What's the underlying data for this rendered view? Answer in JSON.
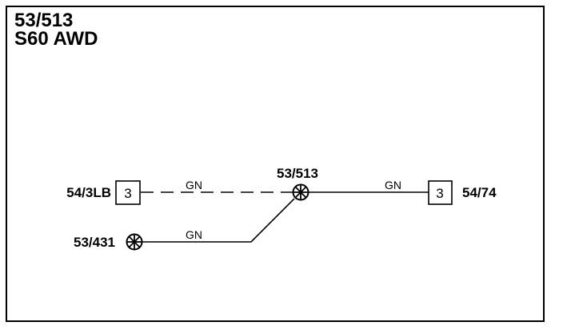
{
  "title": {
    "line1": "53/513",
    "line2": "S60 AWD"
  },
  "diagram": {
    "connectors": {
      "left_box": {
        "label": "54/3LB",
        "pin": "3"
      },
      "right_box": {
        "label": "54/74",
        "pin": "3"
      },
      "center_splice": {
        "label": "53/513"
      },
      "lower_splice": {
        "label": "53/431"
      }
    },
    "wires": {
      "upper_left": {
        "color": "GN",
        "style": "dashed"
      },
      "upper_right": {
        "color": "GN",
        "style": "solid"
      },
      "lower": {
        "color": "GN",
        "style": "solid"
      }
    }
  }
}
